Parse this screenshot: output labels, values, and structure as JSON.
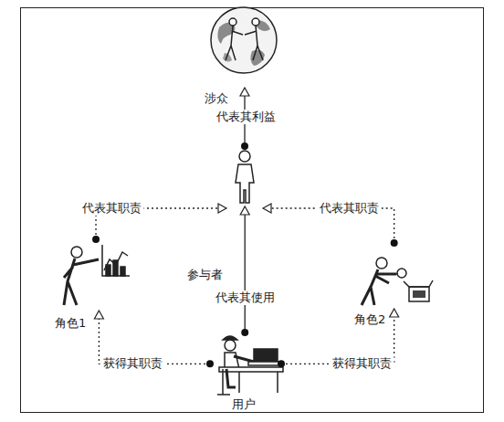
{
  "diagram": {
    "nodes": [
      {
        "text": [
          "涉众"
        ]
      },
      {
        "text": [
          "参与者"
        ]
      },
      {
        "text": [
          "角色1"
        ]
      },
      {
        "text": [
          "角色2"
        ]
      },
      {
        "text": [
          "用户"
        ]
      }
    ],
    "edges": [
      {
        "from": 1,
        "to": 0,
        "label": "代表其利益",
        "arrow": "to"
      },
      {
        "from": 2,
        "to": 1,
        "label": "代表其职责",
        "arrow": "to"
      },
      {
        "from": 3,
        "to": 1,
        "label": "代表其职责",
        "arrow": "to"
      },
      {
        "from": 4,
        "to": 1,
        "label": "代表其使用",
        "arrow": "to"
      },
      {
        "from": 4,
        "to": 2,
        "label": "获得其职责",
        "arrow": "to"
      },
      {
        "from": 4,
        "to": 3,
        "label": "获得其职责",
        "arrow": "to"
      }
    ]
  }
}
